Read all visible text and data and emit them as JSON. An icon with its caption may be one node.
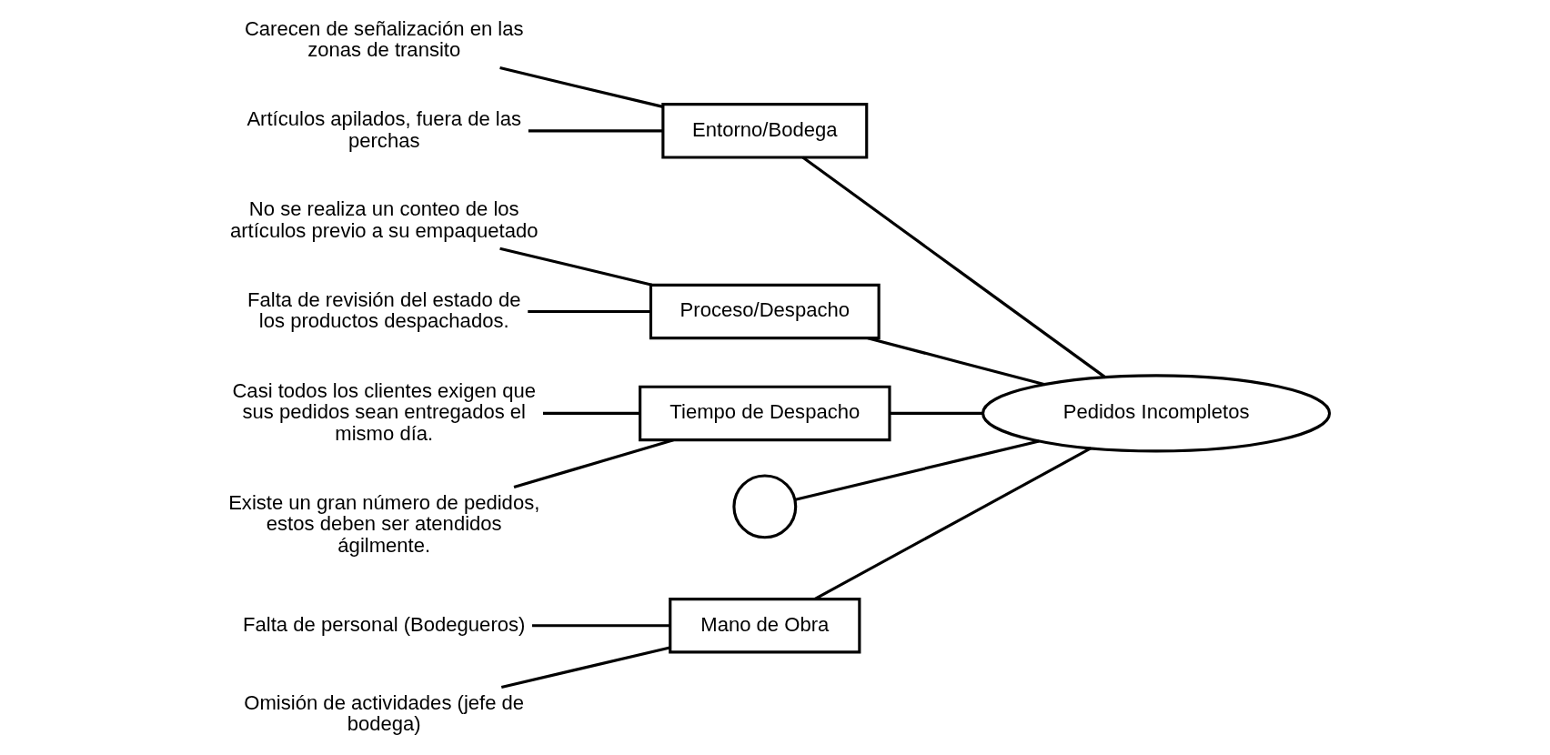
{
  "diagram": {
    "nodes": [
      {
        "text": [
          "Mano de Obra"
        ]
      },
      {
        "text": [
          "Entorno/Bodega"
        ]
      },
      {
        "text": [
          "Proceso/Despacho"
        ]
      },
      {
        "text": [
          "Tiempo de Despacho"
        ]
      },
      {
        "text": [
          "Pedidos Incompletos"
        ]
      },
      {
        "text": [],
        "shape": "crescent"
      },
      {
        "text": [
          "Falta de personal (Bodegueros)"
        ]
      },
      {
        "text": [
          "Omisión de actividades (jefe de bodega)"
        ]
      },
      {
        "text": [
          "Carecen de señalización en las zonas de transito"
        ]
      },
      {
        "text": [
          "Artículos apilados, fuera de las perchas"
        ]
      },
      {
        "text": [
          "No se realiza un conteo de los artículos previo a su empaquetado"
        ]
      },
      {
        "text": [
          "Falta de revisión del estado de los productos despachados."
        ]
      },
      {
        "text": [
          "Casi todos los clientes exigen que sus pedidos sean entregados el mismo día."
        ]
      },
      {
        "text": [
          "Existe un gran número de pedidos, estos deben ser atendidos ágilmente."
        ]
      }
    ],
    "edges": [
      {
        "from": 5,
        "to": 4,
        "arrow": "none"
      },
      {
        "from": 0,
        "to": 4,
        "arrow": "none"
      },
      {
        "from": 1,
        "to": 4,
        "arrow": "none"
      },
      {
        "from": 2,
        "to": 4,
        "arrow": "none"
      },
      {
        "from": 3,
        "to": 4,
        "arrow": "none"
      },
      {
        "from": 6,
        "to": 0,
        "arrow": "none"
      },
      {
        "from": 7,
        "to": 0,
        "arrow": "none"
      },
      {
        "from": 8,
        "to": 1,
        "arrow": "none"
      },
      {
        "from": 9,
        "to": 1,
        "arrow": "none"
      },
      {
        "from": 10,
        "to": 2,
        "arrow": "none"
      },
      {
        "from": 11,
        "to": 2,
        "arrow": "none"
      },
      {
        "from": 12,
        "to": 3,
        "arrow": "none"
      },
      {
        "from": 13,
        "to": 3,
        "arrow": "none"
      }
    ]
  }
}
